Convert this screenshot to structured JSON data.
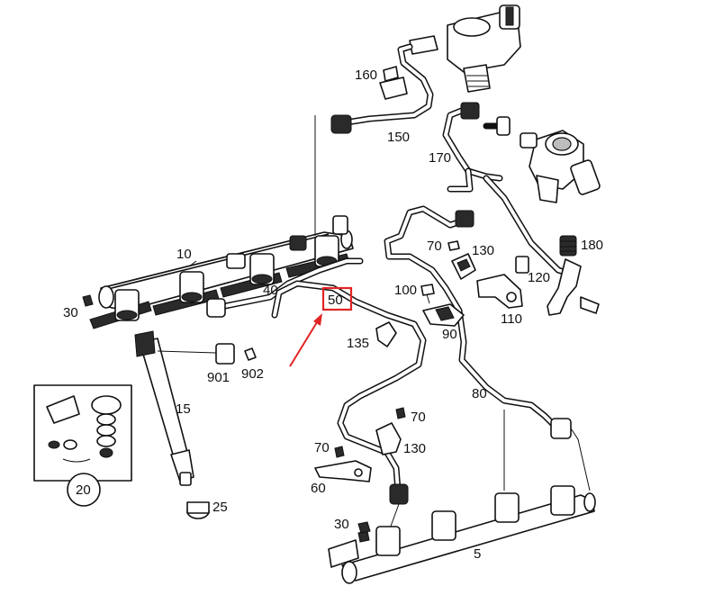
{
  "callouts": {
    "c5": "5",
    "c10": "10",
    "c15": "15",
    "c20": "20",
    "c25": "25",
    "c30a": "30",
    "c30b": "30",
    "c40": "40",
    "c50": "50",
    "c60": "60",
    "c70a": "70",
    "c70b": "70",
    "c70c": "70",
    "c80": "80",
    "c90": "90",
    "c100": "100",
    "c110": "110",
    "c120": "120",
    "c130a": "130",
    "c130b": "130",
    "c135": "135",
    "c150": "150",
    "c160": "160",
    "c170": "170",
    "c180": "180",
    "c901": "901",
    "c902": "902"
  },
  "highlight": {
    "part": "50",
    "color": "#e32424"
  }
}
